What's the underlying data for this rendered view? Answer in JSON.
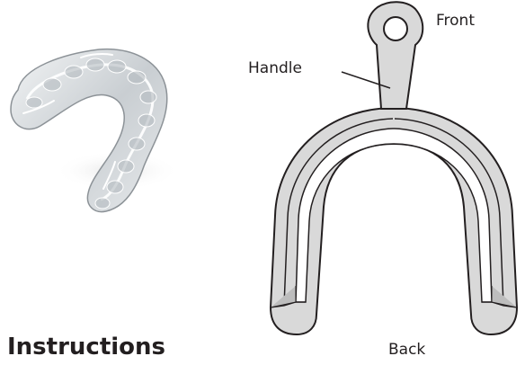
{
  "figure": {
    "labels": {
      "front": "Front",
      "handle": "Handle",
      "back": "Back"
    },
    "heading": "Instructions"
  },
  "images": {
    "photo": "clear-mouthguard-photo",
    "diagram": "impression-tray-line-drawing"
  },
  "colors": {
    "tray_fill": "#d9d9d9",
    "outline": "#231f20",
    "photo_highlight": "#ffffff",
    "photo_shadow": "#9a9fa4"
  }
}
